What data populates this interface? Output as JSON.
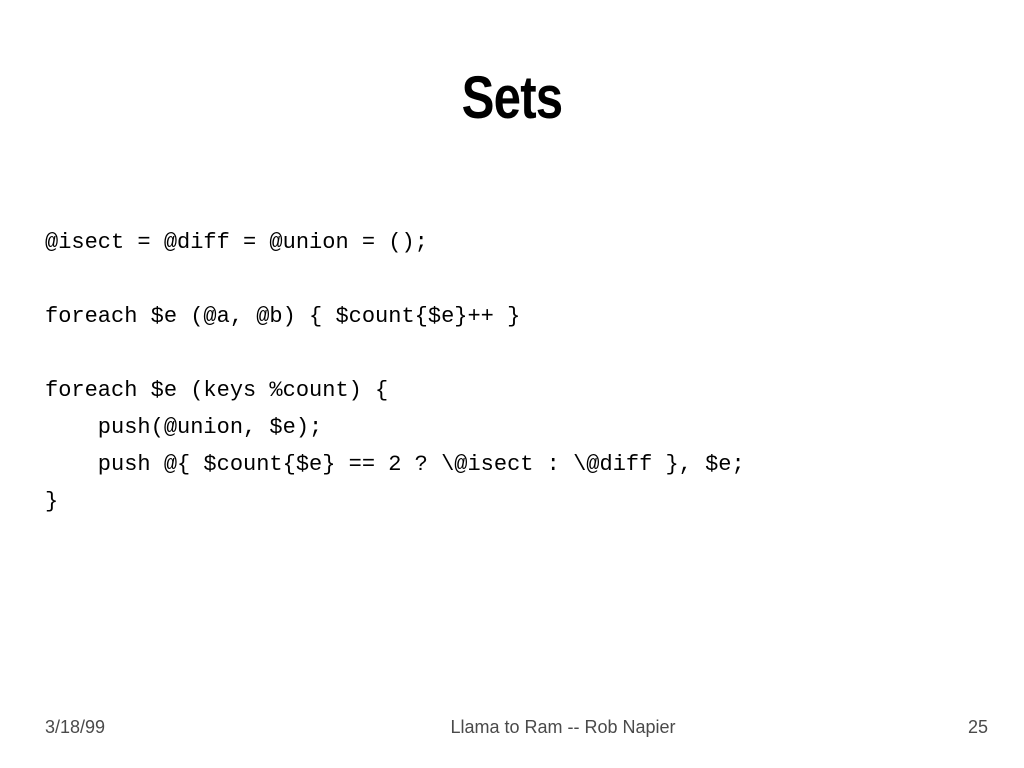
{
  "slide": {
    "title": "Sets",
    "code_lines": [
      "@isect = @diff = @union = ();",
      "",
      "foreach $e (@a, @b) { $count{$e}++ }",
      "",
      "foreach $e (keys %count) {",
      "    push(@union, $e);",
      "    push @{ $count{$e} == 2 ? \\@isect : \\@diff }, $e;",
      "}"
    ]
  },
  "footer": {
    "date": "3/18/99",
    "title": "Llama to Ram -- Rob Napier",
    "page_number": "25"
  }
}
